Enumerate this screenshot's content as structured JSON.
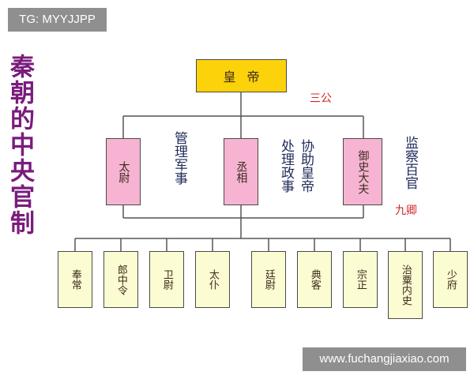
{
  "watermark_tag": "TG: MYYJJPP",
  "watermark_url": "www.fuchangjiaxiao.com",
  "side_title": "秦朝的中央官制",
  "emperor": "皇帝",
  "three_dukes_label": "三公",
  "nine_ministers_label": "九卿",
  "three_dukes": [
    "太尉",
    "丞相",
    "御史大夫"
  ],
  "notes": {
    "taiwei": "管理军事",
    "chengxiang_1": "处理政事",
    "chengxiang_2": "协助皇帝",
    "yushi": "监察百官"
  },
  "nine_ministers": [
    "奉常",
    "郎中令",
    "卫尉",
    "太仆",
    "廷尉",
    "典客",
    "宗正",
    "治粟内史",
    "少府"
  ],
  "colors": {
    "emperor_fill": "#fcd20a",
    "dukes_fill": "#f6b4d2",
    "ministers_fill": "#fcfcd2",
    "title_color": "#7a1c7c",
    "label_red": "#d0262a"
  }
}
